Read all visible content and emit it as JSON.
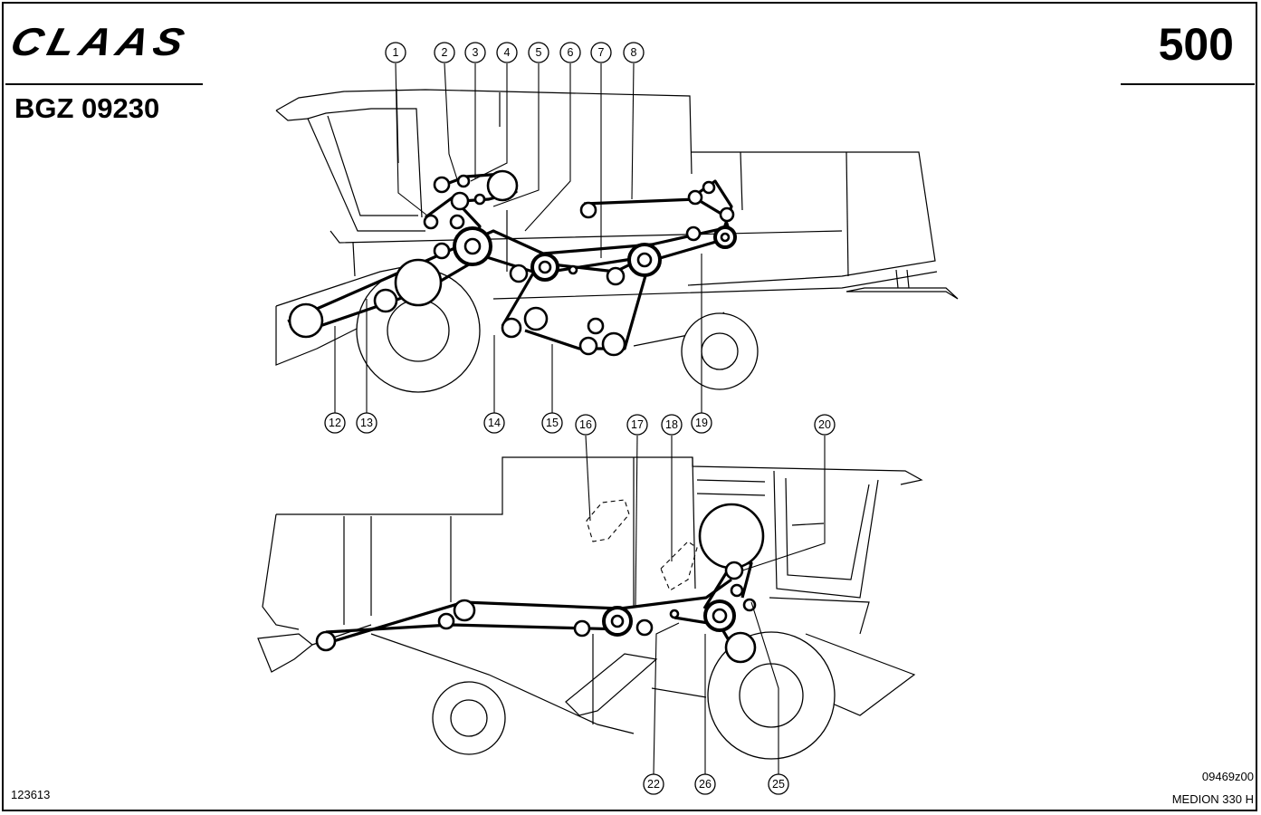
{
  "header": {
    "brand": "CLAAS",
    "doc_number": "BGZ 09230",
    "page_number": "500"
  },
  "footer": {
    "ref_left": "123613",
    "drawing_code": "09469z00",
    "model": "MEDION 330 H"
  },
  "callouts_top": [
    "1",
    "2",
    "3",
    "4",
    "5",
    "6",
    "7",
    "8",
    "12",
    "13",
    "14",
    "15",
    "19"
  ],
  "callouts_bottom": [
    "16",
    "17",
    "18",
    "20",
    "22",
    "26",
    "25"
  ]
}
